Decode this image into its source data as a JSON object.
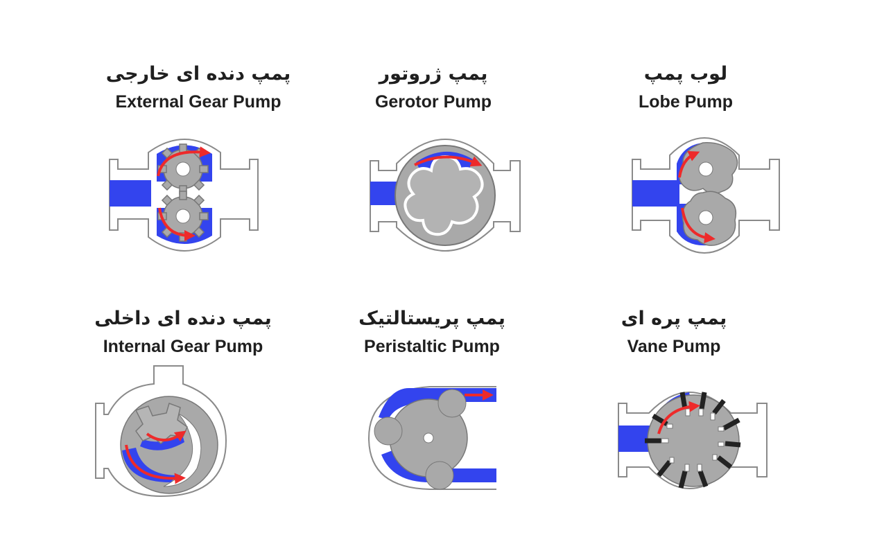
{
  "pumps": {
    "external_gear": {
      "fa": "پمپ دنده ای خارجی",
      "en": "External Gear Pump"
    },
    "gerotor": {
      "fa": "پمپ ژروتور",
      "en": "Gerotor Pump"
    },
    "lobe": {
      "fa": "لوب پمپ",
      "en": "Lobe Pump"
    },
    "internal_gear": {
      "fa": "پمپ دنده ای داخلی",
      "en": "Internal Gear Pump"
    },
    "peristaltic": {
      "fa": "پمپ پریستالتیک",
      "en": "Peristaltic Pump"
    },
    "vane": {
      "fa": "پمپ پره ای",
      "en": "Vane Pump"
    }
  },
  "colors": {
    "fluid": "#3344ee",
    "rotor": "#a9a9a9",
    "arrow": "#ee2a2a",
    "outline": "#8a8a8a"
  }
}
